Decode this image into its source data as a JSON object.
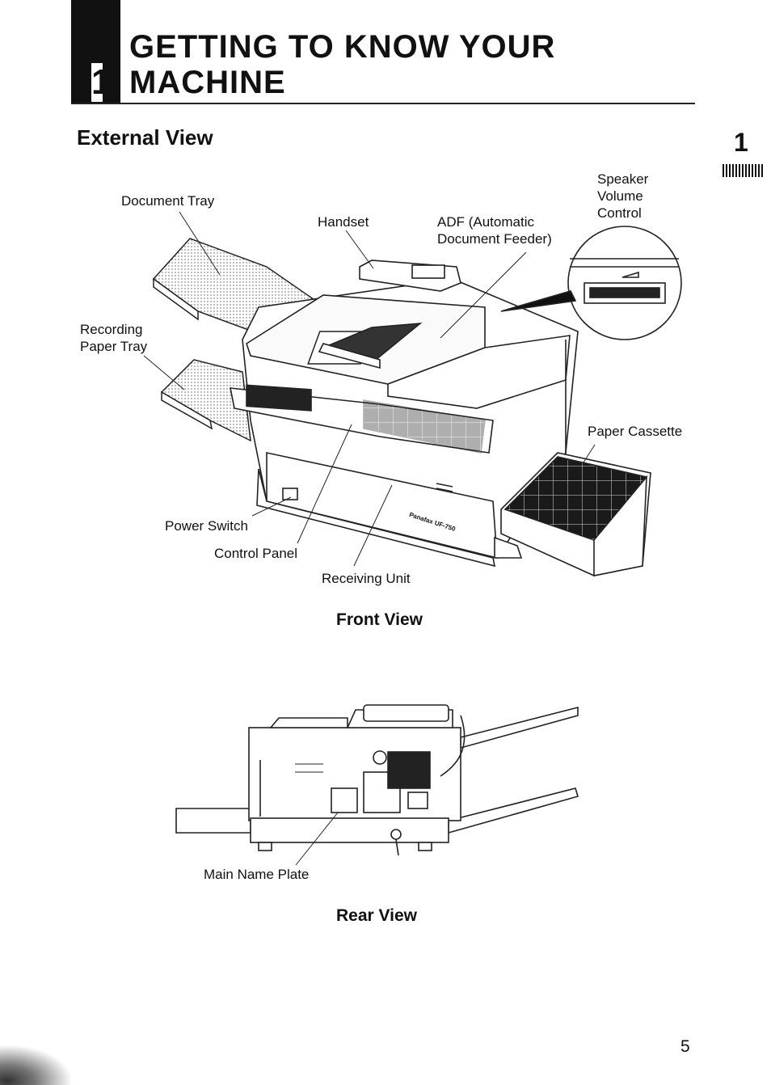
{
  "chapter": {
    "number": "1",
    "title_line1": "GETTING TO KNOW YOUR",
    "title_line2": "MACHINE"
  },
  "section": {
    "heading": "External View",
    "side_number": "1"
  },
  "front_view": {
    "caption": "Front View",
    "labels": {
      "document_tray": "Document Tray",
      "handset": "Handset",
      "adf": "ADF (Automatic\nDocument Feeder)",
      "speaker_volume": "Speaker\nVolume\nControl",
      "recording_paper_tray": "Recording\nPaper Tray",
      "paper_cassette": "Paper Cassette",
      "power_switch": "Power Switch",
      "control_panel": "Control Panel",
      "receiving_unit": "Receiving Unit",
      "brand_plate": "Panafax UF-750"
    }
  },
  "rear_view": {
    "caption": "Rear View",
    "labels": {
      "main_name_plate": "Main Name Plate"
    }
  },
  "page_number": "5"
}
